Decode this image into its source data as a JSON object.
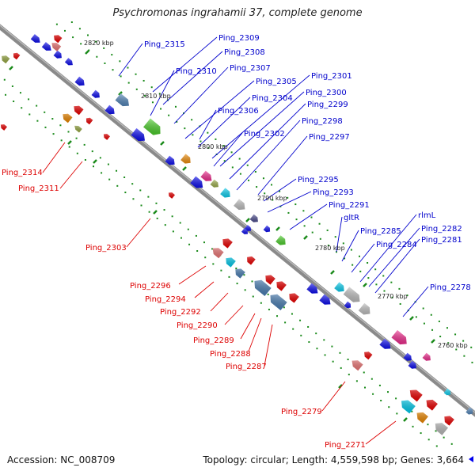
{
  "title": "Psychromonas ingrahamii 37, complete genome",
  "footer": {
    "accession": "Accession: NC_008709",
    "summary": "Topology: circular; Length: 4,559,598 bp; Genes: 3,664"
  },
  "colors": {
    "backbone": "#8a8a8a",
    "forward_label": "#0000cc",
    "reverse_label": "#dd0000",
    "tick_dot": "#1a8a1a",
    "gene_blue": "#0000ee",
    "gene_red": "#ee0000",
    "gene_steel": "#4a7fb5",
    "gene_green": "#44cc22",
    "gene_orange": "#ee8800",
    "gene_cyan": "#00ccee",
    "gene_gray": "#bbbbbb",
    "gene_pink": "#ee2288",
    "gene_salmon": "#ee7777",
    "gene_olive": "#99aa44",
    "gene_navy": "#444488"
  },
  "scale_labels": [
    "2820 kbp",
    "2810 kbp",
    "2800 kbp",
    "2790 kbp",
    "2780 kbp",
    "2770 kbp",
    "2760 kbp"
  ],
  "forward_labels": [
    "Ping_2315",
    "Ping_2309",
    "Ping_2308",
    "Ping_2310",
    "Ping_2307",
    "Ping_2305",
    "Ping_2304",
    "Ping_2306",
    "Ping_2301",
    "Ping_2300",
    "Ping_2299",
    "Ping_2298",
    "Ping_2302",
    "Ping_2297",
    "Ping_2295",
    "Ping_2293",
    "Ping_2291",
    "gltR",
    "rlmL",
    "Ping_2285",
    "Ping_2282",
    "Ping_2284",
    "Ping_2281",
    "Ping_2278"
  ],
  "reverse_labels": [
    "Ping_2314",
    "Ping_2311",
    "Ping_2303",
    "Ping_2296",
    "Ping_2294",
    "Ping_2292",
    "Ping_2290",
    "Ping_2289",
    "Ping_2288",
    "Ping_2287",
    "Ping_2279",
    "Ping_2271"
  ]
}
